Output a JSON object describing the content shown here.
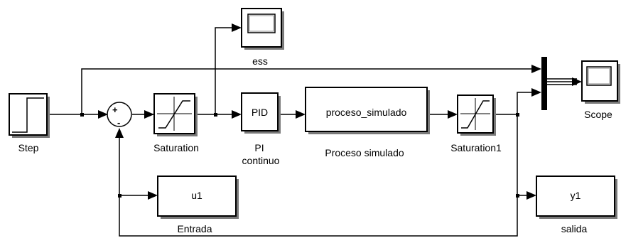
{
  "blocks": {
    "step": {
      "label": "Step"
    },
    "sum": {
      "plus": "+",
      "minus": "-"
    },
    "saturation": {
      "label": "Saturation"
    },
    "pid": {
      "text": "PID",
      "label_line1": "PI",
      "label_line2": "continuo"
    },
    "proceso": {
      "text": "proceso_simulado",
      "label": "Proceso simulado"
    },
    "saturation1": {
      "label": "Saturation1"
    },
    "ess": {
      "label": "ess"
    },
    "scope": {
      "label": "Scope"
    },
    "u1": {
      "text": "u1",
      "label": "Entrada"
    },
    "y1": {
      "text": "y1",
      "label": "salida"
    }
  },
  "colors": {
    "line": "#000000",
    "block_fill": "#ffffff",
    "shadow": "#7a7a7a",
    "mux": "#000000"
  }
}
